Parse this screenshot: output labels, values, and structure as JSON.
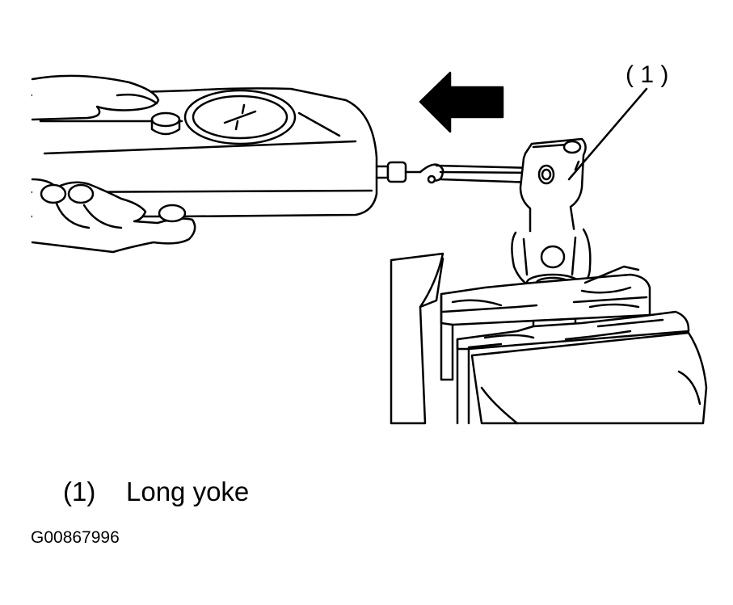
{
  "callout": {
    "label": "( 1 )"
  },
  "legend": {
    "number": "(1)",
    "text": "Long yoke"
  },
  "figure_id": "G00867996"
}
